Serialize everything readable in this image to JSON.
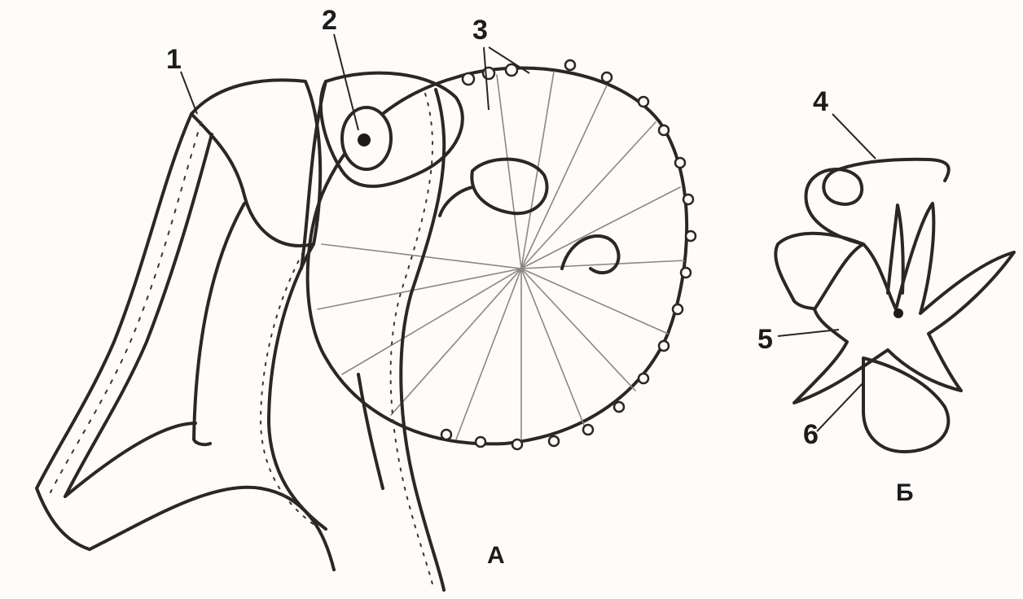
{
  "figure": {
    "labels": {
      "n1": "1",
      "n2": "2",
      "n3": "3",
      "n4": "4",
      "n5": "5",
      "n6": "6",
      "panel_a": "А",
      "panel_b": "Б"
    }
  }
}
